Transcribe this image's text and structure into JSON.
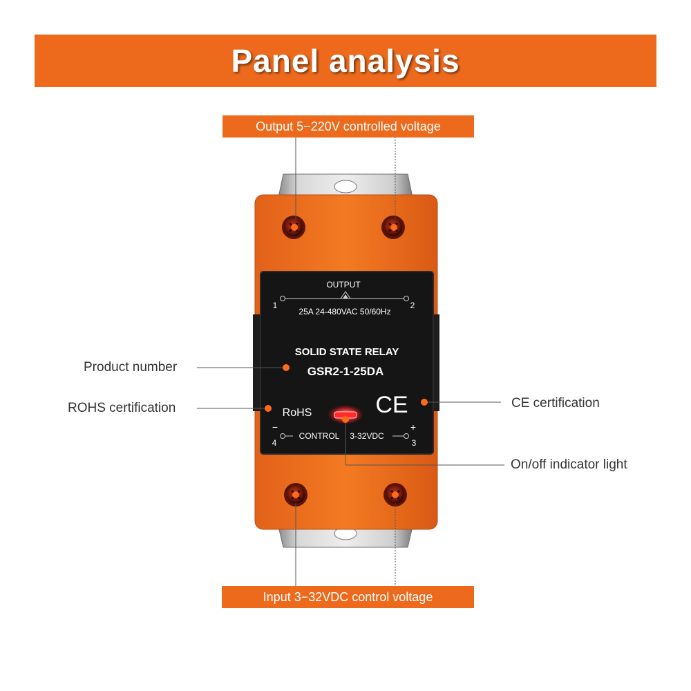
{
  "banner": {
    "title": "Panel analysis"
  },
  "tags": {
    "output": "Output 5−220V controlled voltage",
    "input": "Input 3−32VDC control voltage"
  },
  "callouts": {
    "product_number": "Product number",
    "rohs": "ROHS certification",
    "ce": "CE certification",
    "indicator": "On/off indicator light"
  },
  "relay": {
    "output_label": "OUTPUT",
    "terminal_1": "1",
    "terminal_2": "2",
    "terminal_3": "3",
    "terminal_4": "4",
    "rating": "25A 24-480VAC 50/60Hz",
    "title": "SOLID STATE RELAY",
    "model": "GSR2-1-25DA",
    "ce_mark": "CE",
    "rohs_mark": "RoHS",
    "control_label": "CONTROL",
    "control_range": "3-32VDC",
    "minus": "−",
    "plus": "+"
  },
  "colors": {
    "brand_orange": "#ed6a1d",
    "housing_orange": "#f2731f",
    "panel_black": "#151515",
    "indicator_red": "#ff2a2a"
  }
}
